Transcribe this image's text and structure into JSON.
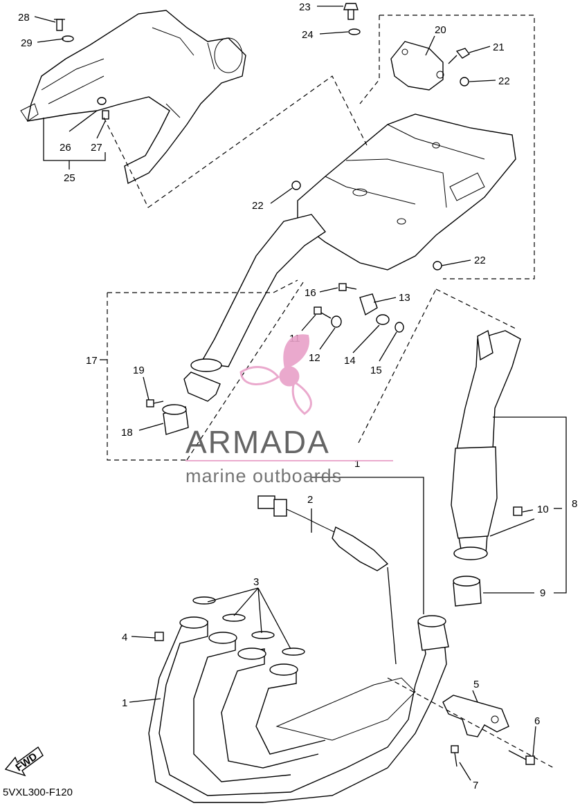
{
  "diagram": {
    "code": "5VXL300-F120",
    "fwd_label": "FWD",
    "callouts": [
      {
        "id": "c28",
        "label": "28"
      },
      {
        "id": "c29",
        "label": "29"
      },
      {
        "id": "c26",
        "label": "26"
      },
      {
        "id": "c27",
        "label": "27"
      },
      {
        "id": "c25",
        "label": "25"
      },
      {
        "id": "c23",
        "label": "23"
      },
      {
        "id": "c24",
        "label": "24"
      },
      {
        "id": "c20",
        "label": "20"
      },
      {
        "id": "c21",
        "label": "21"
      },
      {
        "id": "c22a",
        "label": "22"
      },
      {
        "id": "c22b",
        "label": "22"
      },
      {
        "id": "c22c",
        "label": "22"
      },
      {
        "id": "c16",
        "label": "16"
      },
      {
        "id": "c13",
        "label": "13"
      },
      {
        "id": "c11",
        "label": "11"
      },
      {
        "id": "c12",
        "label": "12"
      },
      {
        "id": "c14",
        "label": "14"
      },
      {
        "id": "c15",
        "label": "15"
      },
      {
        "id": "c17",
        "label": "17"
      },
      {
        "id": "c19",
        "label": "19"
      },
      {
        "id": "c18",
        "label": "18"
      },
      {
        "id": "c1a",
        "label": "1"
      },
      {
        "id": "c2",
        "label": "2"
      },
      {
        "id": "c10",
        "label": "10"
      },
      {
        "id": "c8",
        "label": "8"
      },
      {
        "id": "c9",
        "label": "9"
      },
      {
        "id": "c3",
        "label": "3"
      },
      {
        "id": "c4",
        "label": "4"
      },
      {
        "id": "c1b",
        "label": "1"
      },
      {
        "id": "c5",
        "label": "5"
      },
      {
        "id": "c6",
        "label": "6"
      },
      {
        "id": "c7",
        "label": "7"
      }
    ]
  },
  "watermark": {
    "brand": "ARMADA",
    "tagline": "marine outboards",
    "accent_color": "#e8a0c8"
  }
}
